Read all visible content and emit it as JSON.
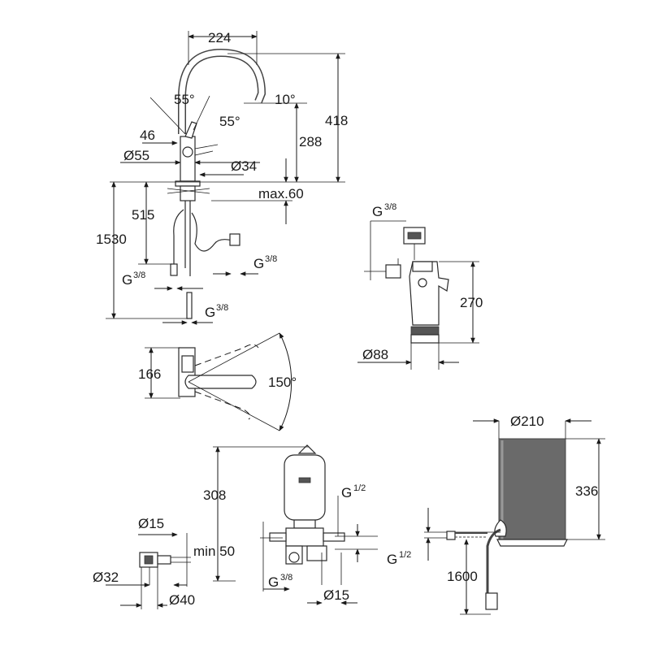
{
  "faucet": {
    "spout_reach": "224",
    "lever_angle": "55°",
    "spout_tilt": "10°",
    "lever_angle_rear": "55°",
    "lever_offset": "46",
    "body_diameter": "Ø55",
    "hole_diameter": "Ø34",
    "spout_height": "288",
    "total_height": "418",
    "deck_thickness": "max.60",
    "hose_length_upper": "515",
    "hose_length_total": "1530",
    "thread_hose_right": "3/8",
    "thread_hose_left": "3/8",
    "thread_hose_bottom": "3/8"
  },
  "filter": {
    "thread_label": "3/8",
    "height": "270",
    "diameter": "Ø88"
  },
  "top_view": {
    "depth": "166",
    "swivel_angle": "150°"
  },
  "valve": {
    "height": "308",
    "thread_g12": "1/2",
    "thread_g38": "3/8",
    "pipe_diameter": "Ø15",
    "pipe_diameter_left": "Ø15",
    "min_distance": "min 50",
    "diameter_32": "Ø32",
    "diameter_40": "Ø40"
  },
  "boiler": {
    "diameter": "Ø210",
    "height": "336",
    "thread_g12": "1/2",
    "cable_length": "1600"
  }
}
